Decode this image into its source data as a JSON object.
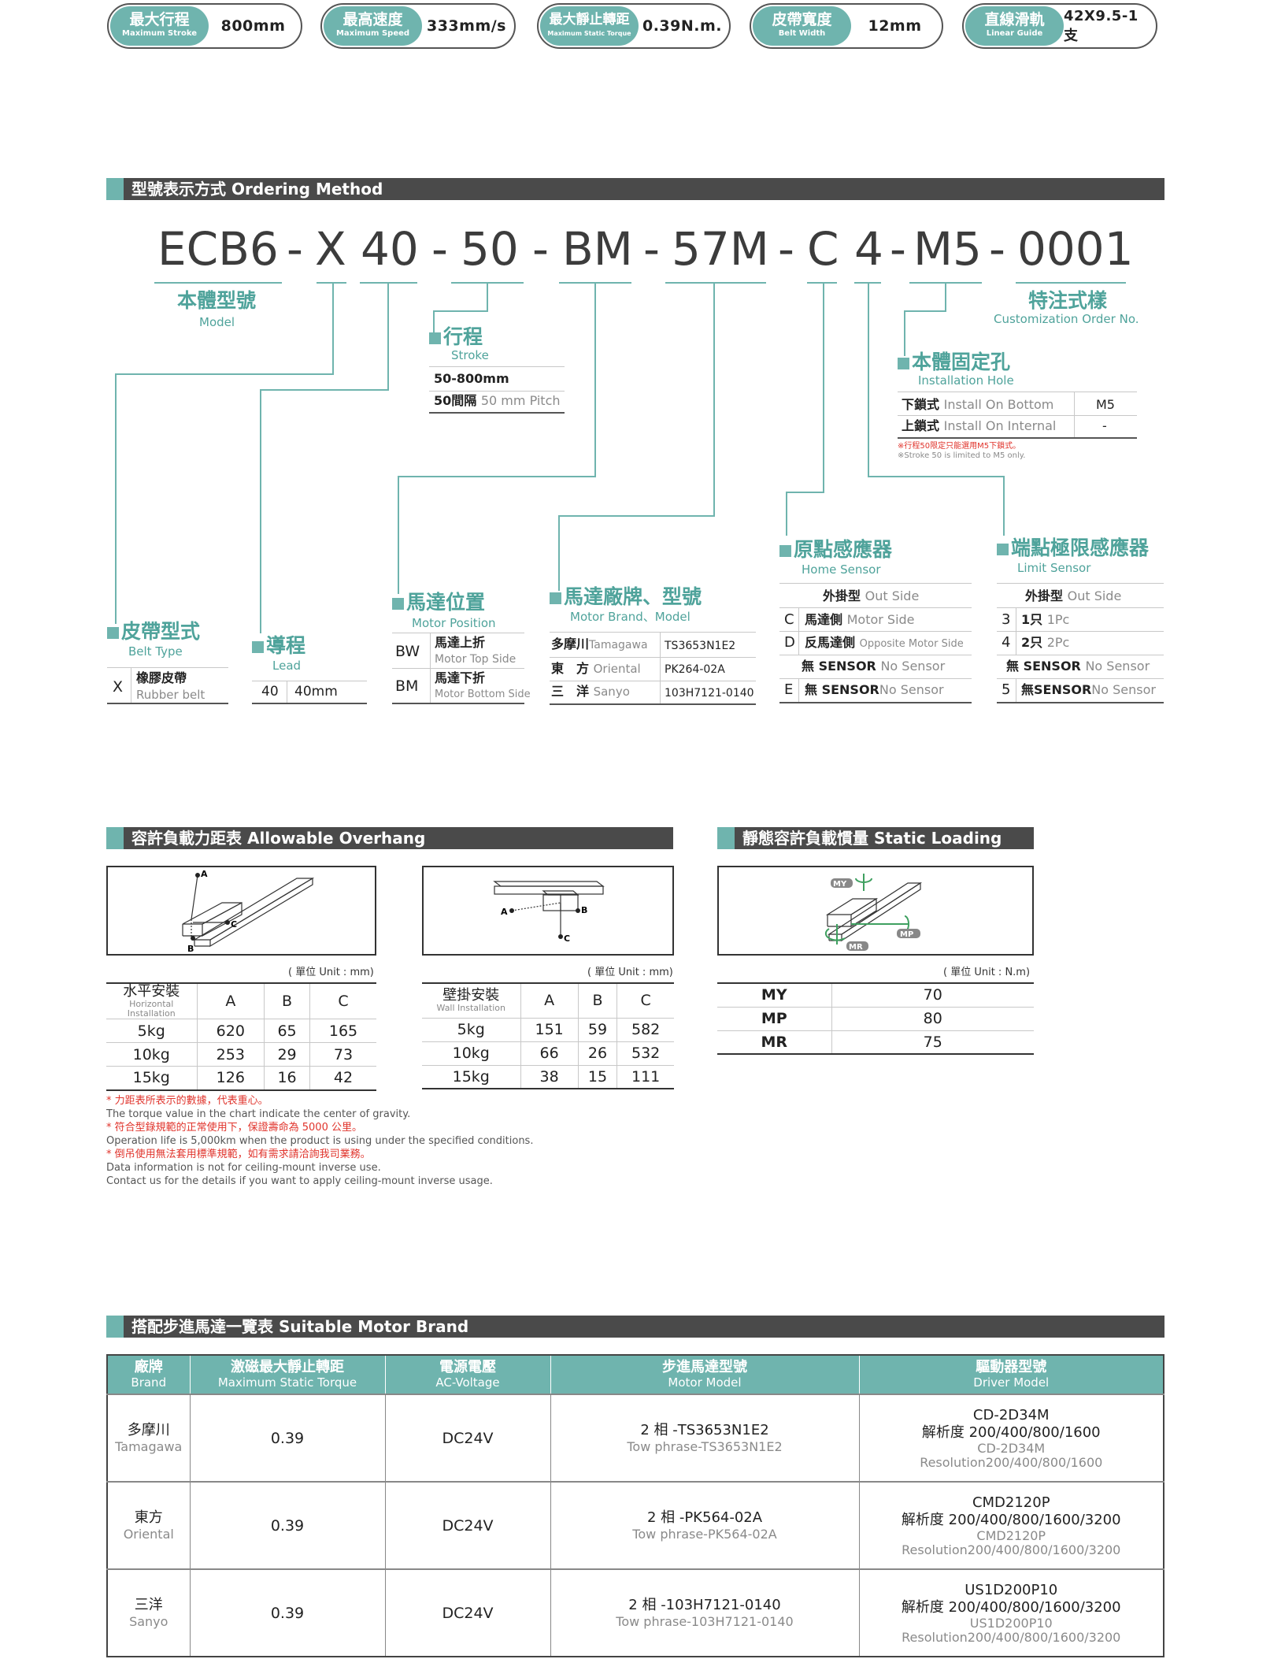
{
  "specs": [
    {
      "zh": "最大行程",
      "en": "Maximum Stroke",
      "value": "800mm"
    },
    {
      "zh": "最高速度",
      "en": "Maximum Speed",
      "value": "333mm/s"
    },
    {
      "zh": "最大靜止轉距",
      "en": "Maximum Static Torque",
      "value": "0.39N.m."
    },
    {
      "zh": "皮帶寬度",
      "en": "Belt Width",
      "value": "12mm"
    },
    {
      "zh": "直線滑軌",
      "en": "Linear Guide",
      "value": "42X9.5-1支"
    }
  ],
  "ordering": {
    "title": "型號表示方式 Ordering Method",
    "code": [
      "ECB6",
      "-",
      "X",
      "40",
      "-",
      "50",
      "-",
      "BM",
      "-",
      "57M",
      "-",
      "C",
      "4",
      "-",
      "M5",
      "-",
      "0001"
    ],
    "model": {
      "zh": "本體型號",
      "en": "Model"
    },
    "custom": {
      "zh": "特注式樣",
      "en": "Customization Order No."
    },
    "stroke": {
      "zh": "行程",
      "en": "Stroke",
      "row1": "50-800mm",
      "row2_zh": "50間隔",
      "row2_en": "50 mm Pitch"
    },
    "hole": {
      "zh": "本體固定孔",
      "en": "Installation Hole",
      "rows": [
        {
          "zh": "下鎖式",
          "en": "Install On Bottom",
          "code": "M5"
        },
        {
          "zh": "上鎖式",
          "en": "Install On Internal",
          "code": "-"
        }
      ],
      "note_zh": "※行程50限定只能選用M5下鎖式。",
      "note_en": "※Stroke 50 is limited to M5 only."
    },
    "belt": {
      "zh": "皮帶型式",
      "en": "Belt Type",
      "code": "X",
      "val_zh": "橡膠皮帶",
      "val_en": "Rubber belt"
    },
    "lead": {
      "zh": "導程",
      "en": "Lead",
      "code": "40",
      "val": "40mm"
    },
    "motor_pos": {
      "zh": "馬達位置",
      "en": "Motor Position",
      "rows": [
        {
          "code": "BW",
          "zh": "馬達上折",
          "en": "Motor Top Side"
        },
        {
          "code": "BM",
          "zh": "馬達下折",
          "en": "Motor Bottom Side"
        }
      ]
    },
    "brand": {
      "zh": "馬達廠牌、型號",
      "en": "Motor Brand、Model",
      "rows": [
        {
          "zh": "多摩川",
          "en": "Tamagawa",
          "model": "TS3653N1E2"
        },
        {
          "zh": "東　方",
          "en": "Oriental",
          "model": "PK264-02A"
        },
        {
          "zh": "三　洋",
          "en": "Sanyo",
          "model": "103H7121-0140"
        }
      ]
    },
    "home": {
      "zh": "原點感應器",
      "en": "Home Sensor",
      "head_zh": "外掛型",
      "head_en": "Out Side",
      "rows": [
        {
          "code": "C",
          "zh": "馬達側",
          "en": "Motor Side"
        },
        {
          "code": "D",
          "zh": "反馬達側",
          "en": "Opposite Motor Side"
        },
        {
          "code": "",
          "zh": "無 SENSOR",
          "en": "No Sensor"
        },
        {
          "code": "E",
          "zh": "無 SENSOR",
          "en": "No Sensor"
        }
      ]
    },
    "limit": {
      "zh": "端點極限感應器",
      "en": "Limit Sensor",
      "head_zh": "外掛型",
      "head_en": "Out Side",
      "rows": [
        {
          "code": "3",
          "zh": "1只",
          "en": "1Pc"
        },
        {
          "code": "4",
          "zh": "2只",
          "en": "2Pc"
        },
        {
          "code": "",
          "zh": "無 SENSOR",
          "en": "No Sensor"
        },
        {
          "code": "5",
          "zh": "無SENSOR",
          "en": "No Sensor"
        }
      ]
    }
  },
  "overhang": {
    "title": "容許負載力距表 Allowable Overhang",
    "unit": "( 單位 Unit : mm)",
    "labels": {
      "a": "A",
      "b": "B",
      "c": "C"
    },
    "horizontal": {
      "zh": "水平安裝",
      "en": "Horizontal Installation",
      "cols": [
        "A",
        "B",
        "C"
      ],
      "rows": [
        {
          "load": "5kg",
          "a": "620",
          "b": "65",
          "c": "165"
        },
        {
          "load": "10kg",
          "a": "253",
          "b": "29",
          "c": "73"
        },
        {
          "load": "15kg",
          "a": "126",
          "b": "16",
          "c": "42"
        }
      ]
    },
    "wall": {
      "zh": "壁掛安裝",
      "en": "Wall Installation",
      "cols": [
        "A",
        "B",
        "C"
      ],
      "rows": [
        {
          "load": "5kg",
          "a": "151",
          "b": "59",
          "c": "582"
        },
        {
          "load": "10kg",
          "a": "66",
          "b": "26",
          "c": "532"
        },
        {
          "load": "15kg",
          "a": "38",
          "b": "15",
          "c": "111"
        }
      ]
    },
    "notes": [
      {
        "text": "* 力距表所表示的數據，代表重心。",
        "red": true
      },
      {
        "text": "The torque value in the chart indicate the center of gravity.",
        "red": false
      },
      {
        "text": "* 符合型錄規範的正常使用下，保證壽命為 5000 公里。",
        "red": true
      },
      {
        "text": "Operation life is 5,000km when the product is using under the specified conditions.",
        "red": false
      },
      {
        "text": "* 倒吊使用無法套用標準規範，如有需求請洽詢我司業務。",
        "red": true
      },
      {
        "text": "Data information is not for ceiling-mount inverse use.",
        "red": false
      },
      {
        "text": "Contact us for the details if you want to apply ceiling-mount inverse usage.",
        "red": false
      }
    ]
  },
  "static_moment": {
    "title": "靜態容許負載慣量 Static Loading Moment",
    "unit": "( 單位 Unit : N.m)",
    "diagram_labels": {
      "my": "MY",
      "mp": "MP",
      "mr": "MR"
    },
    "rows": [
      {
        "name": "MY",
        "value": "70"
      },
      {
        "name": "MP",
        "value": "80"
      },
      {
        "name": "MR",
        "value": "75"
      }
    ]
  },
  "motor_brand": {
    "title": "搭配步進馬達一覽表 Suitable Motor Brand",
    "headers": [
      {
        "zh": "廠牌",
        "en": "Brand"
      },
      {
        "zh": "激磁最大靜止轉距",
        "en": "Maximum Static Torque"
      },
      {
        "zh": "電源電壓",
        "en": "AC-Voltage"
      },
      {
        "zh": "步進馬達型號",
        "en": "Motor Model"
      },
      {
        "zh": "驅動器型號",
        "en": "Driver Model"
      }
    ],
    "rows": [
      {
        "brand_zh": "多摩川",
        "brand_en": "Tamagawa",
        "torque": "0.39",
        "voltage": "DC24V",
        "model_zh": "2 相 -TS3653N1E2",
        "model_en": "Tow phrase-TS3653N1E2",
        "driver1": "CD-2D34M",
        "driver2": "解析度 200/400/800/1600",
        "driver3": "CD-2D34M",
        "driver4": "Resolution200/400/800/1600"
      },
      {
        "brand_zh": "東方",
        "brand_en": "Oriental",
        "torque": "0.39",
        "voltage": "DC24V",
        "model_zh": "2 相 -PK564-02A",
        "model_en": "Tow phrase-PK564-02A",
        "driver1": "CMD2120P",
        "driver2": "解析度 200/400/800/1600/3200",
        "driver3": "CMD2120P",
        "driver4": "Resolution200/400/800/1600/3200"
      },
      {
        "brand_zh": "三洋",
        "brand_en": "Sanyo",
        "torque": "0.39",
        "voltage": "DC24V",
        "model_zh": "2 相 -103H7121-0140",
        "model_en": "Tow phrase-103H7121-0140",
        "driver1": "US1D200P10",
        "driver2": "解析度 200/400/800/1600/3200",
        "driver3": "US1D200P10",
        "driver4": "Resolution200/400/800/1600/3200"
      }
    ]
  }
}
